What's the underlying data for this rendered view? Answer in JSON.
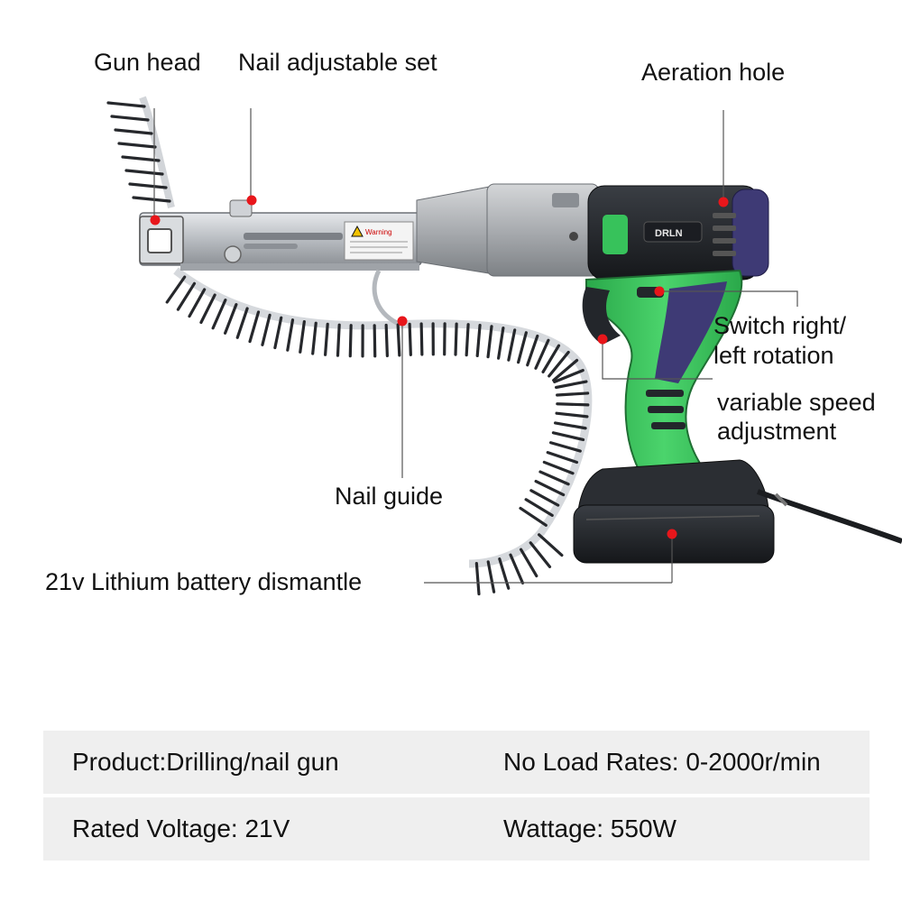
{
  "callouts": {
    "gun_head": "Gun head",
    "nail_adjustable_set": "Nail adjustable set",
    "aeration_hole": "Aeration hole",
    "switch_rotation_line1": "Switch right/",
    "switch_rotation_line2": "left rotation",
    "speed_line1": "variable speed",
    "speed_line2": "adjustment",
    "nail_guide": "Nail guide",
    "battery": "21v Lithium battery dismantle"
  },
  "product": {
    "brand_logo_text": "DRLN",
    "warning_label_text": "Warning"
  },
  "specs": {
    "product": "Product:Drilling/nail gun",
    "no_load_rates": "No Load Rates: 0-2000r/min",
    "rated_voltage": "Rated Voltage: 21V",
    "wattage": "Wattage: 550W"
  },
  "colors": {
    "marker_red": "#e8161b",
    "body_green": "#37c25b",
    "body_dark": "#1e2126",
    "accent_purple": "#3e3a75",
    "metal_silver": "#c9ccd0",
    "spec_background": "#efefef"
  }
}
